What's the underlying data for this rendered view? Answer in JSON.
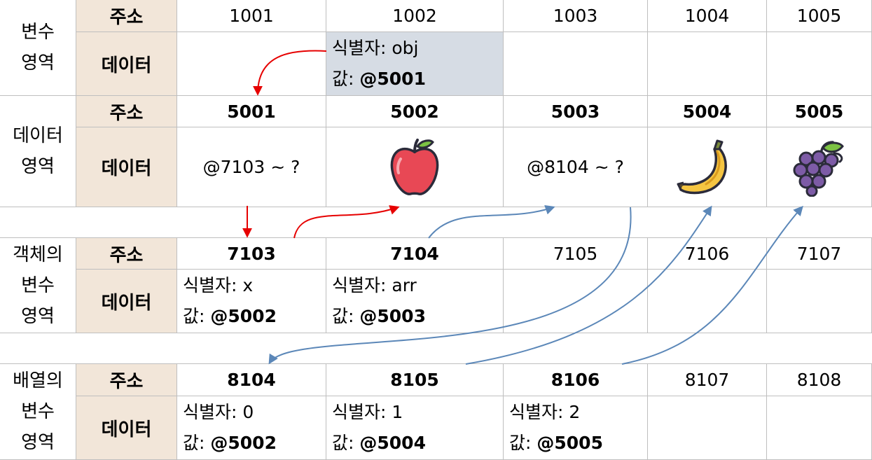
{
  "labels": {
    "addr": "주소",
    "data": "데이터",
    "ident": "식별자:",
    "value": "값:"
  },
  "sections": {
    "var_area": [
      "변수",
      "영역"
    ],
    "data_area": [
      "데이터",
      "영역"
    ],
    "obj_area": [
      "객체의",
      "변수",
      "영역"
    ],
    "arr_area": [
      "배열의",
      "변수",
      "영역"
    ]
  },
  "var_row": {
    "addresses": [
      "1001",
      "1002",
      "1003",
      "1004",
      "1005"
    ],
    "cell_1002": {
      "ident": "obj",
      "value": "@5001"
    }
  },
  "data_row": {
    "addresses": [
      "5001",
      "5002",
      "5003",
      "5004",
      "5005"
    ],
    "cell_5001": "@7103 ~ ?",
    "cell_5002_icon": "apple-icon",
    "cell_5003": "@8104 ~ ?",
    "cell_5004_icon": "banana-icon",
    "cell_5005_icon": "grape-icon"
  },
  "obj_row": {
    "addresses": [
      "7103",
      "7104",
      "7105",
      "7106",
      "7107"
    ],
    "cell_7103": {
      "ident": "x",
      "value": "@5002"
    },
    "cell_7104": {
      "ident": "arr",
      "value": "@5003"
    }
  },
  "arr_row": {
    "addresses": [
      "8104",
      "8105",
      "8106",
      "8107",
      "8108"
    ],
    "cell_8104": {
      "ident": "0",
      "value": "@5002"
    },
    "cell_8105": {
      "ident": "1",
      "value": "@5004"
    },
    "cell_8106": {
      "ident": "2",
      "value": "@5005"
    }
  },
  "colors": {
    "header_bg": "#f2e6d9",
    "highlight_bg": "#d6dce4",
    "red_arrow": "#e60000",
    "blue_arrow": "#5b87b8",
    "grid_line": "#bfbfbf"
  }
}
